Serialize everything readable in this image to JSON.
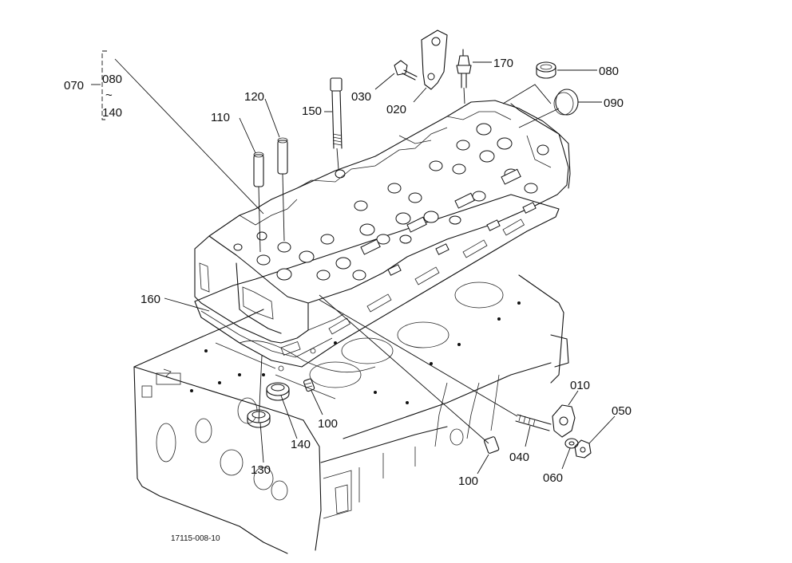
{
  "labels": {
    "p070": "070",
    "p080_group": "080",
    "p140_group": "140",
    "tilde": "~",
    "p110": "110",
    "p120": "120",
    "p150": "150",
    "p030": "030",
    "p020": "020",
    "p170": "170",
    "p080": "080",
    "p090": "090",
    "p160": "160",
    "p100_a": "100",
    "p140": "140",
    "p130": "130",
    "p100_b": "100",
    "p040": "040",
    "p010": "010",
    "p050": "050",
    "p060": "060"
  },
  "drawing_code": "17115-008-10"
}
